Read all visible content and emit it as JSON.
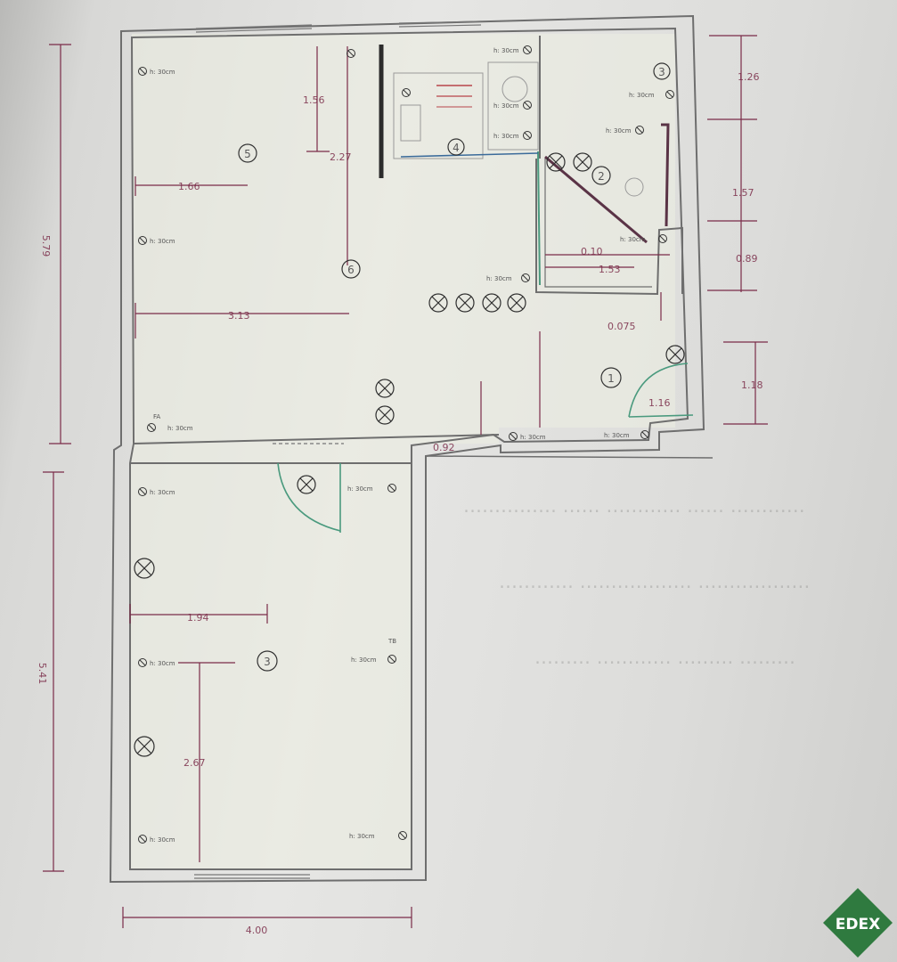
{
  "dimensions": {
    "top_left_height": "5.79",
    "bottom_left_height": "5.41",
    "bottom_width": "4.00",
    "right_1": "1.26",
    "right_2": "1.57",
    "right_3": "0.89",
    "right_4": "1.18",
    "room_a_depth": "1.56",
    "room_a_height": "2.27",
    "room_a_width_1": "1.66",
    "room_a_width_2": "3.13",
    "bath_gap": "0.10",
    "bath_width": "1.53",
    "bath_offset": "0.075",
    "door_width": "1.16",
    "wall_step": "0.92",
    "room_b_width": "1.94",
    "room_b_height": "2.67"
  },
  "room_labels": [
    "5",
    "6",
    "2",
    "3",
    "4",
    "1",
    "3"
  ],
  "socket_label": "h: 30cm",
  "fd_label": "FA",
  "tb_label": "TB",
  "logo": {
    "text": "EDEX",
    "color": "#2f7a3f"
  },
  "colors": {
    "wall": "#6e6e6e",
    "dimension": "#7a2b48",
    "door": "#4a9a7e",
    "bathroom_wall": "#5a3346"
  },
  "background_text": [
    "…………… …… ………… …… …………",
    "………… ……………… ………………",
    "……… ………… ……… ………"
  ]
}
